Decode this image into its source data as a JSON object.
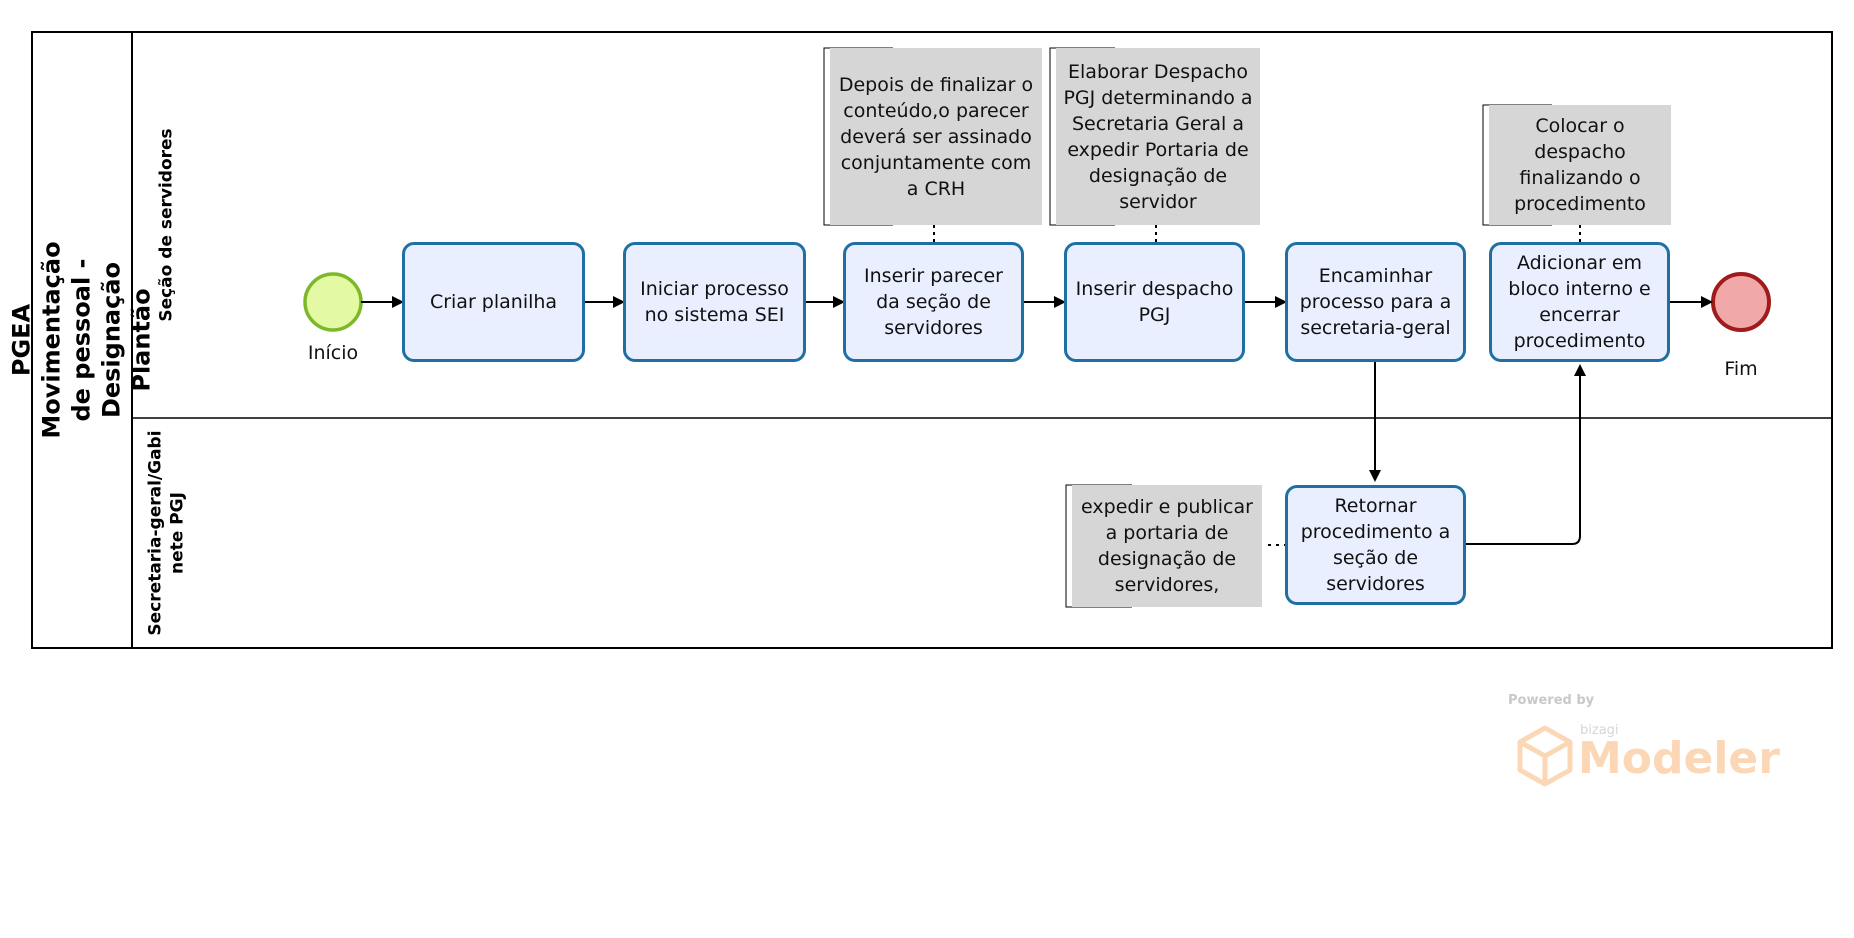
{
  "pool": {
    "title": "PGEA Movimentação de pessoal - Designação Plantão"
  },
  "lanes": [
    {
      "title": "Seção de servidores"
    },
    {
      "title": "Secretaria-geral/Gabinete PGJ",
      "title_lines": [
        "Secretaria-geral/Gabi",
        "nete PGJ"
      ]
    }
  ],
  "events": {
    "start": {
      "label": "Início",
      "color": "#e3f9a4",
      "stroke": "#7cb82a"
    },
    "end": {
      "label": "Fim",
      "color": "#f0a8a8",
      "stroke": "#a01c1c"
    }
  },
  "tasks": [
    {
      "id": "criar-planilha",
      "label": "Criar planilha"
    },
    {
      "id": "iniciar-processo",
      "label": "Iniciar processo no sistema SEI"
    },
    {
      "id": "inserir-parecer",
      "label": "Inserir parecer da seção de servidores"
    },
    {
      "id": "inserir-despacho",
      "label": "Inserir despacho PGJ"
    },
    {
      "id": "encaminhar-processo",
      "label": "Encaminhar processo para a secretaria-geral"
    },
    {
      "id": "adicionar-bloco",
      "label": "Adicionar em bloco interno e encerrar procedimento"
    },
    {
      "id": "retornar-procedimento",
      "label": "Retornar procedimento a seção de servidores"
    }
  ],
  "annotations": [
    {
      "id": "note-parecer",
      "text": "Depois de finalizar o conteúdo,o parecer deverá ser assinado conjuntamente com a CRH"
    },
    {
      "id": "note-despacho",
      "text": "Elaborar Despacho PGJ determinando a Secretaria Geral a expedir Portaria de designação de servidor"
    },
    {
      "id": "note-bloco",
      "text": "Colocar o despacho finalizando o procedimento"
    },
    {
      "id": "note-portaria",
      "text": "expedir e publicar a portaria de designação de servidores,"
    }
  ],
  "watermark": {
    "powered_by": "Powered by",
    "brand": "bizagi",
    "product": "Modeler",
    "color": "#fbd7b6"
  },
  "colors": {
    "task_fill": "#e9efff",
    "task_stroke": "#1f6fa5",
    "note_fill": "#d6d6d6",
    "line": "#000000"
  }
}
